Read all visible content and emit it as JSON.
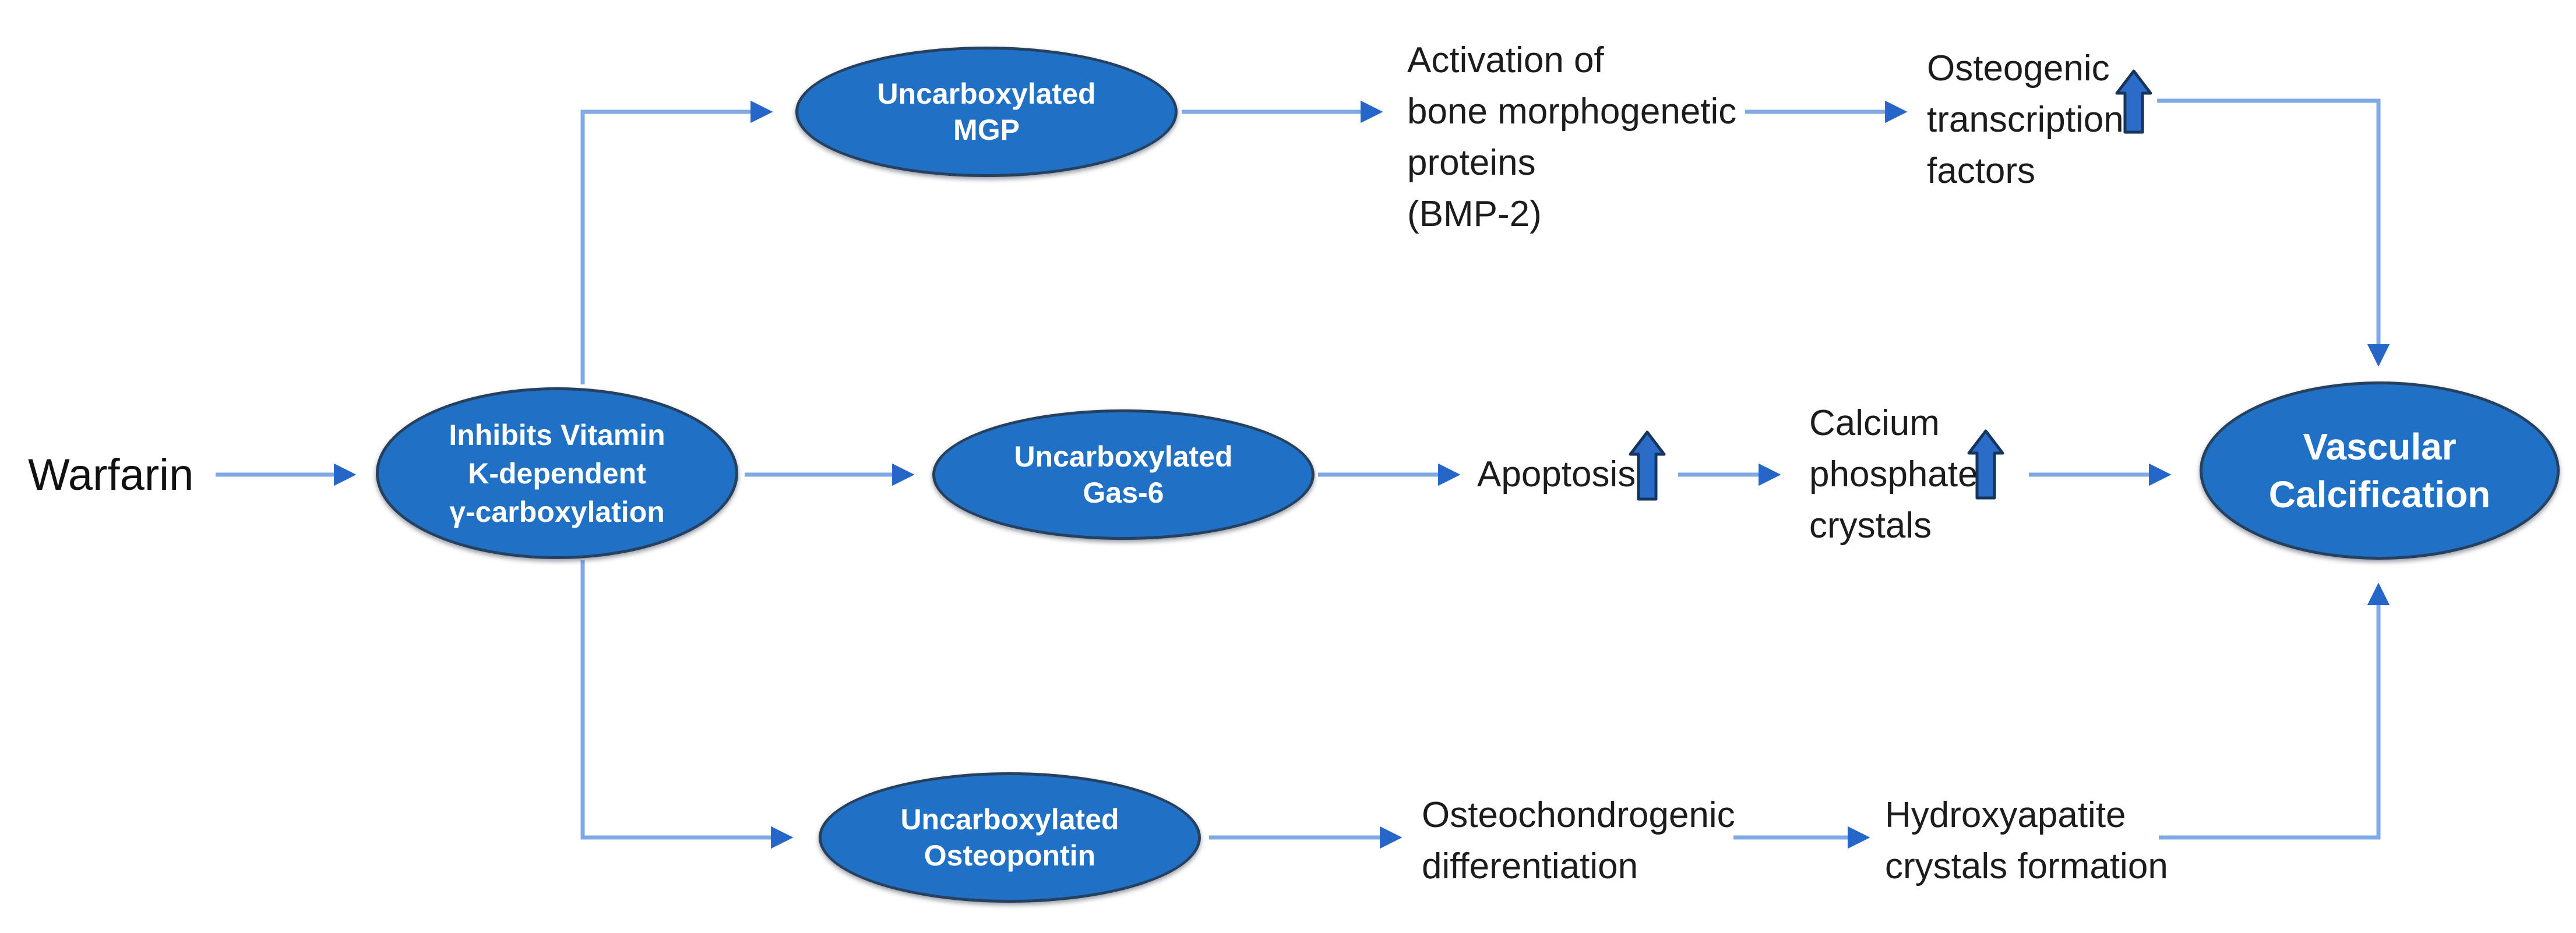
{
  "diagram": {
    "source_label": "Warfarin",
    "hub": {
      "lines": [
        "Inhibits Vitamin",
        "K-dependent",
        "γ-carboxylation"
      ]
    },
    "pathway_top": {
      "node": {
        "lines": [
          "Uncarboxylated",
          "MGP"
        ]
      },
      "effect1": {
        "lines": [
          "Activation of",
          "bone morphogenetic",
          "proteins",
          "(BMP-2)"
        ]
      },
      "effect2": {
        "lines": [
          "Osteogenic",
          "transcription",
          "factors"
        ],
        "indicator": "increase"
      }
    },
    "pathway_middle": {
      "node": {
        "lines": [
          "Uncarboxylated",
          "Gas-6"
        ]
      },
      "effect1": {
        "label": "Apoptosis",
        "indicator": "increase"
      },
      "effect2": {
        "lines": [
          "Calcium",
          "phosphate",
          "crystals"
        ],
        "indicator": "increase"
      }
    },
    "pathway_bottom": {
      "node": {
        "lines": [
          "Uncarboxylated",
          "Osteopontin"
        ]
      },
      "effect1": {
        "lines": [
          "Osteochondrogenic",
          "differentiation"
        ]
      },
      "effect2": {
        "lines": [
          "Hydroxyapatite",
          "crystals formation"
        ]
      }
    },
    "sink": {
      "lines": [
        "Vascular",
        "Calcification"
      ]
    },
    "colors": {
      "node_fill": "#2070c5",
      "node_border": "#26405f",
      "node_text": "#ffffff",
      "connector_line": "#7fa9e4",
      "connector_head": "#2766c9",
      "increase_arrow_fill": "#2a6cc8",
      "increase_arrow_border": "#16355c",
      "body_text": "#1c1c1c"
    }
  }
}
